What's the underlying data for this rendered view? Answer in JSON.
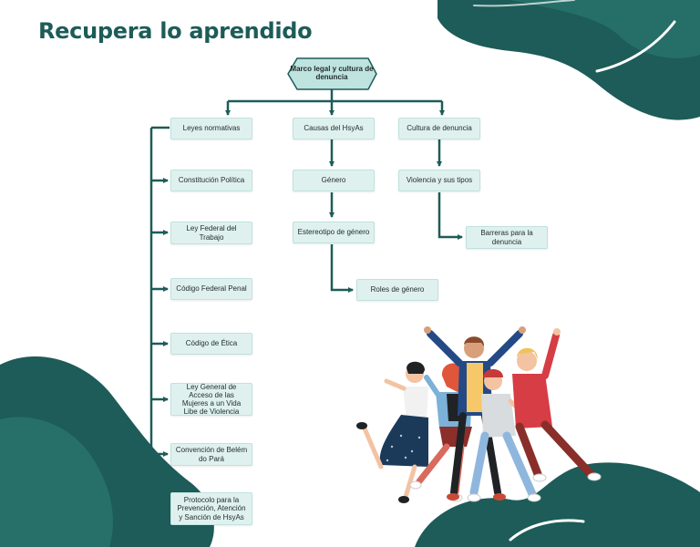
{
  "title": "Recupera lo aprendido",
  "root": "Marco legal y cultura de denuncia",
  "branches": {
    "leyes": {
      "label": "Leyes normativas",
      "children": [
        "Constitución Política",
        "Ley Federal del Trabajo",
        "Código Federal Penal",
        "Código de Ética",
        "Ley General de Acceso de las Mujeres a un Vida Libe de Violencia",
        "Convención de Belém do Pará",
        "Protocolo para la Prevención, Atención y Sanción de HsyAs"
      ]
    },
    "causas": {
      "label": "Causas del HsyAs",
      "children": [
        "Género",
        "Estereotipo de género",
        "Roles de género"
      ]
    },
    "cultura": {
      "label": "Cultura de denuncia",
      "children": [
        "Violencia y sus tipos",
        "Barreras para la denuncia"
      ]
    }
  },
  "colors": {
    "primary": "#1d5c58",
    "node_fill": "#dff1ef",
    "node_border": "#bfe2de",
    "blob_light": "#2e7d77"
  }
}
